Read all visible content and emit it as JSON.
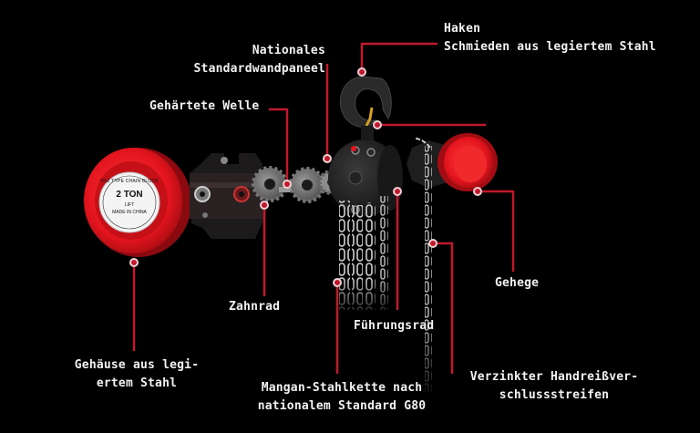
{
  "colors": {
    "background": "#000000",
    "leader_line": "#c0182c",
    "dot_fill": "#c0182c",
    "dot_ring": "#f0d0d4",
    "housing_red": "#e3141e",
    "label_text": "#f2f2f2"
  },
  "product": {
    "badge": {
      "line1": "HSZ TYPE CHAIN BLOCK",
      "line2": "2 TON",
      "line3": "LIFT",
      "line4": "MADE IN CHINA"
    }
  },
  "labels": {
    "haken_title": "Haken",
    "haken_sub": "Schmieden aus legiertem Stahl",
    "nationales_1": "Nationales",
    "nationales_2": "Standardwandpaneel",
    "welle": "Gehärtete Welle",
    "zahnrad": "Zahnrad",
    "gehause_1": "Gehäuse aus legi-",
    "gehause_2": "ertem Stahl",
    "kette_1": "Mangan-Stahlkette nach",
    "kette_2": "nationalem Standard G80",
    "fuhrungsrad": "Führungsrad",
    "gehege": "Gehege",
    "verzinkt_1": "Verzinkter Handreißver-",
    "verzinkt_2": "schlussstreifen"
  }
}
